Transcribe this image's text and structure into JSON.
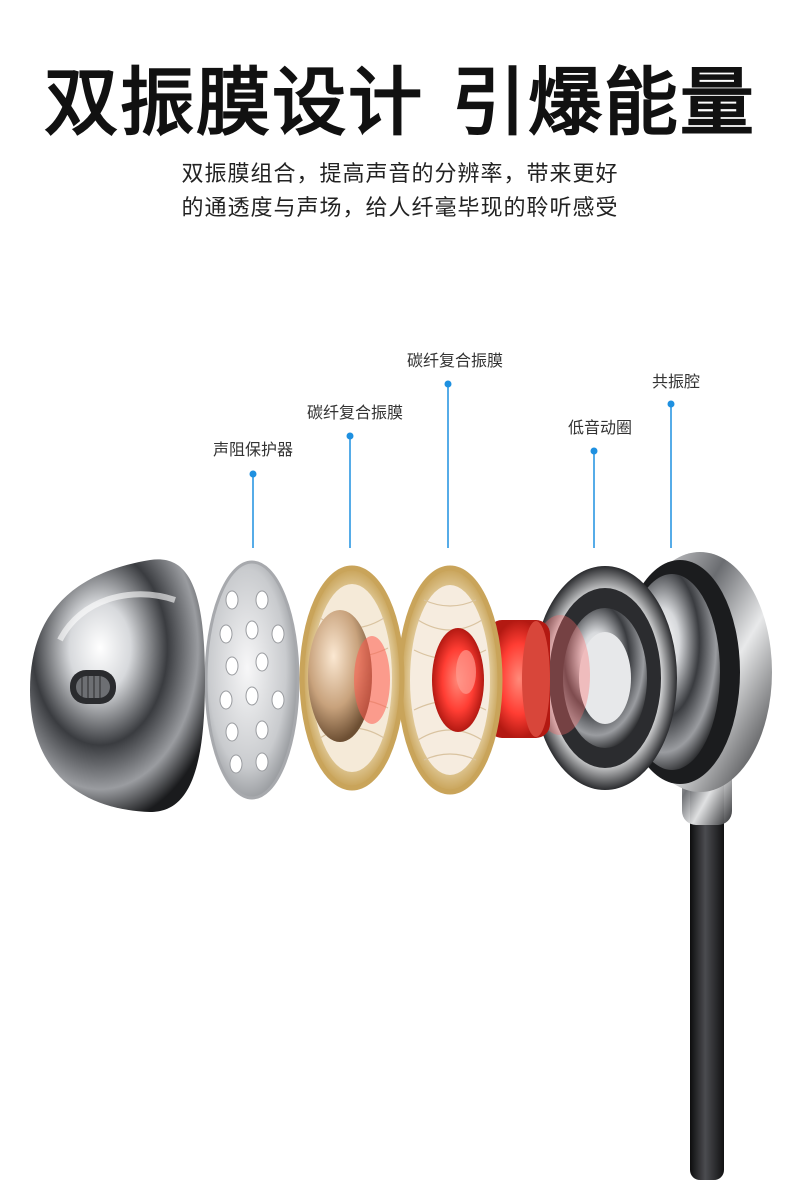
{
  "headline": "双振膜设计 引爆能量",
  "subheadline": {
    "line1": "双振膜组合，提高声音的分辨率，带来更好",
    "line2": "的通透度与声场，给人纤毫毕现的聆听感受"
  },
  "callouts": [
    {
      "label": "声阻保护器"
    },
    {
      "label": "碳纤复合振膜"
    },
    {
      "label": "碳纤复合振膜"
    },
    {
      "label": "低音动圈"
    },
    {
      "label": "共振腔"
    }
  ],
  "colors": {
    "accent": "#1e90e0",
    "text": "#111111",
    "background": "#ffffff"
  }
}
